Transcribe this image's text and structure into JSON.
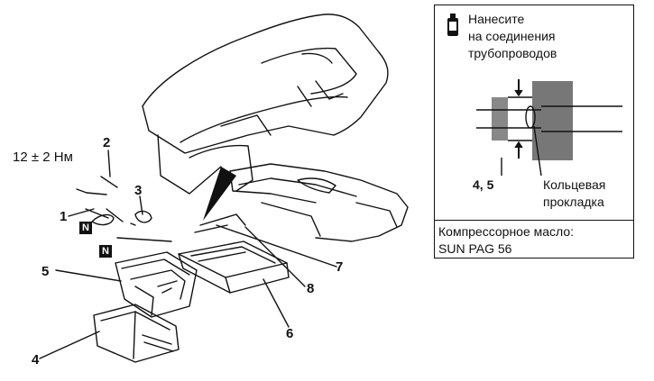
{
  "diagram": {
    "torque_label": "12 ± 2 Нм",
    "callouts": [
      "1",
      "2",
      "3",
      "4",
      "5",
      "6",
      "7",
      "8"
    ],
    "n_badge": "N"
  },
  "detail_panel": {
    "instruction_line1": "Нанесите",
    "instruction_line2": "на соединения",
    "instruction_line3": "трубопроводов",
    "parts_ref": "4, 5",
    "oring_line1": "Кольцевая",
    "oring_line2": "прокладка",
    "oil_line1": "Компрессорное масло:",
    "oil_line2": "SUN PAG 56"
  },
  "icons": [
    "oil-can-icon"
  ]
}
